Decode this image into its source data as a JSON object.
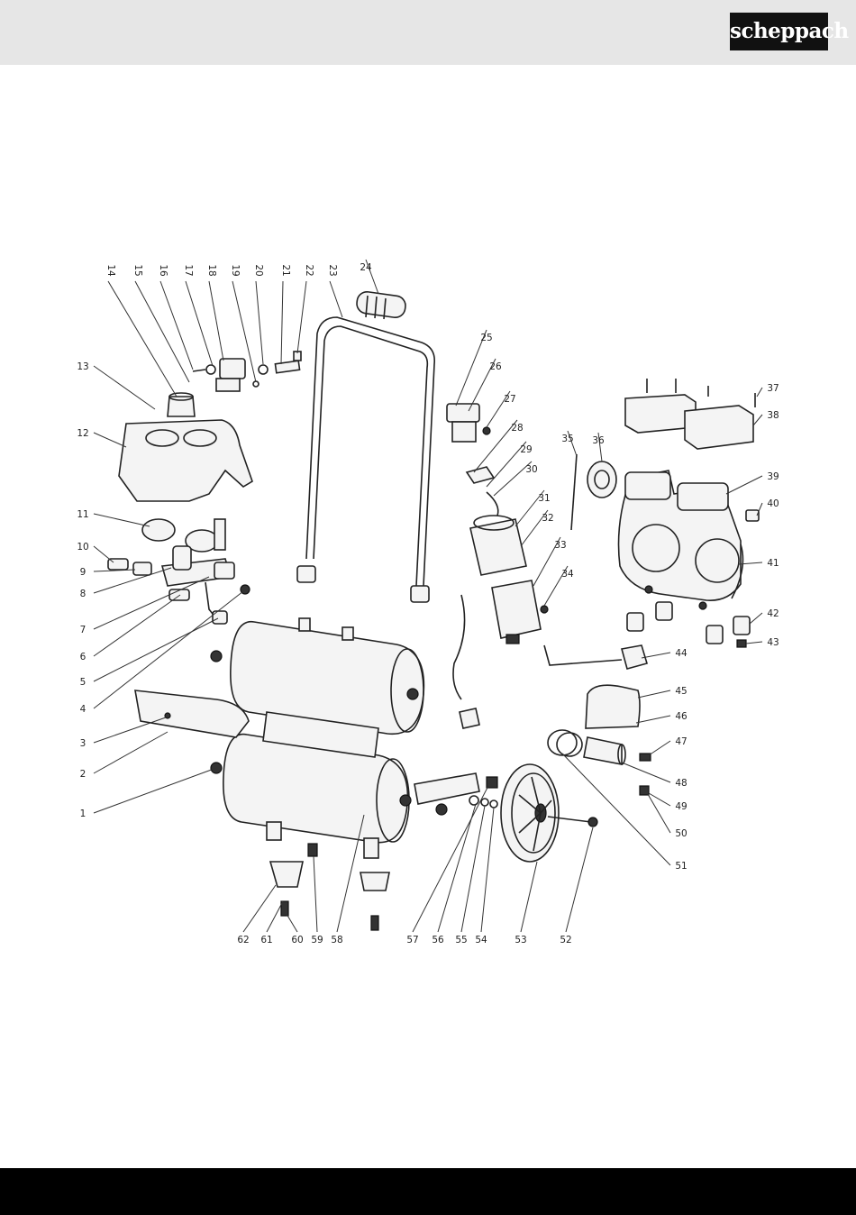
{
  "header": {
    "brand": "scheppach"
  },
  "diagram": {
    "labels": [
      "1",
      "2",
      "3",
      "4",
      "5",
      "6",
      "7",
      "8",
      "9",
      "10",
      "11",
      "12",
      "13",
      "14",
      "15",
      "16",
      "17",
      "18",
      "19",
      "20",
      "21",
      "22",
      "23",
      "24",
      "25",
      "26",
      "27",
      "28",
      "29",
      "30",
      "31",
      "32",
      "33",
      "34",
      "35",
      "36",
      "37",
      "38",
      "39",
      "40",
      "41",
      "42",
      "43",
      "44",
      "45",
      "46",
      "47",
      "48",
      "49",
      "50",
      "51",
      "52",
      "53",
      "54",
      "55",
      "56",
      "57",
      "58",
      "59",
      "60",
      "61",
      "62"
    ]
  },
  "colors": {
    "header_bg": "#e6e6e6",
    "footer_bg": "#000000",
    "logo_bg": "#111111"
  }
}
